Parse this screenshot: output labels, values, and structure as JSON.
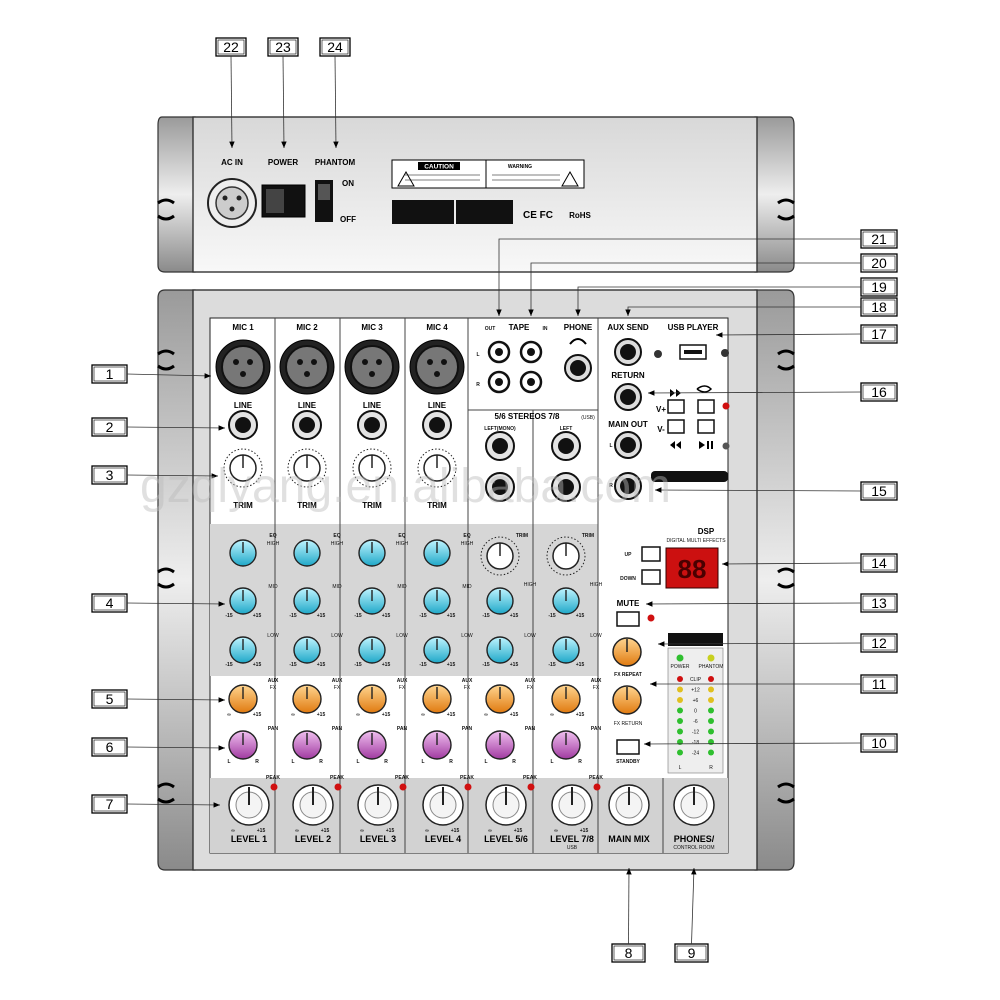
{
  "rear": {
    "ac_in": "AC IN",
    "power": "POWER",
    "phantom": "PHANTOM",
    "on": "ON",
    "off": "OFF",
    "caution": "CAUTION",
    "warning": "WARNING",
    "cert": "CE FC",
    "rohs": "RoHS"
  },
  "channels": [
    {
      "mic": "MIC 1",
      "line": "LINE",
      "level": "LEVEL 1"
    },
    {
      "mic": "MIC 2",
      "line": "LINE",
      "level": "LEVEL 2"
    },
    {
      "mic": "MIC 3",
      "line": "LINE",
      "level": "LEVEL 3"
    },
    {
      "mic": "MIC 4",
      "line": "LINE",
      "level": "LEVEL 4"
    }
  ],
  "stereo": {
    "header": "5/6  STEREOS  7/8",
    "usb_tag": "(USB)",
    "left_mono": "LEFT(MONO)",
    "left": "LEFT",
    "level56": "LEVEL 5/6",
    "level78": "LEVEL 7/8",
    "level78_sub": "USB"
  },
  "strip": {
    "trim": "TRIM",
    "eq": "EQ",
    "high": "HIGH",
    "mid": "MID",
    "low": "LOW",
    "aux": "AUX",
    "fx": "FX",
    "pan": "PAN",
    "peak": "PEAK",
    "inf": "∞",
    "plus15": "+15",
    "minus15": "-15",
    "l": "L",
    "r": "R"
  },
  "master": {
    "tape": "TAPE",
    "out": "OUT",
    "in": "IN",
    "phones": "PHONE",
    "aux_send": "AUX SEND",
    "return": "RETURN",
    "main_out": "MAIN OUT",
    "usb_player": "USB PLAYER",
    "vplus": "V+",
    "vminus": "V-",
    "dsp": "DSP",
    "dsp_sub": "DIGITAL MULTI EFFECTS",
    "up": "UP",
    "down": "DOWN",
    "display": "88",
    "mute": "MUTE",
    "fx_repeat": "FX REPEAT",
    "fx_return": "FX RETURN",
    "standby": "STANDBY",
    "power_led": "POWER",
    "phantom_led": "PHANTOM",
    "main_mix": "MAIN MIX",
    "phones_ctrl": "PHONES/",
    "control_room": "CONTROL ROOM",
    "meter_labels": [
      "CLIP",
      "+12",
      "+6",
      "0",
      "-6",
      "-12",
      "-18",
      "-24"
    ]
  },
  "callouts": [
    "1",
    "2",
    "3",
    "4",
    "5",
    "6",
    "7",
    "8",
    "9",
    "10",
    "11",
    "12",
    "13",
    "14",
    "15",
    "16",
    "17",
    "18",
    "19",
    "20",
    "21",
    "22",
    "23",
    "24"
  ],
  "watermark": "gzqlyang.en.alibaba.com"
}
